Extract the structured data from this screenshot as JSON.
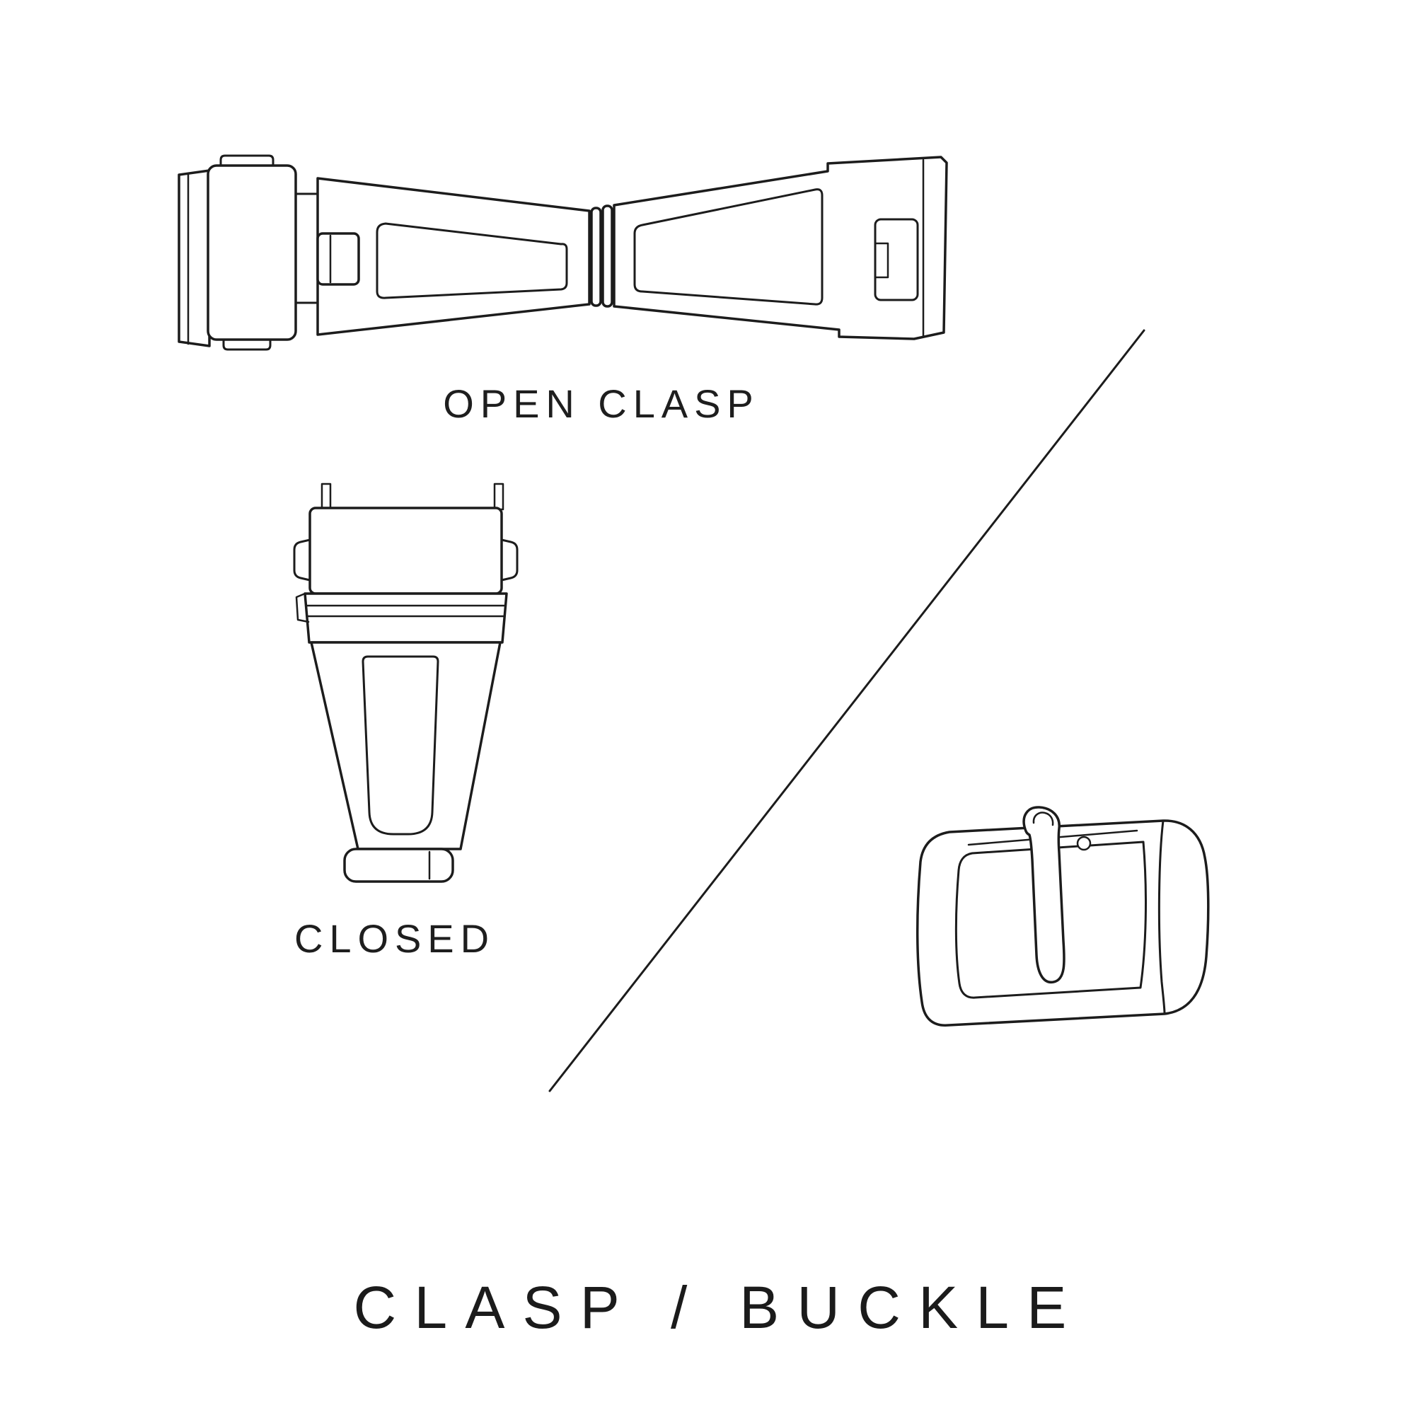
{
  "colors": {
    "background": "#ffffff",
    "ink": "#1c1c1c"
  },
  "labels": {
    "open_clasp_caption": "OPEN CLASP",
    "closed_caption": "CLOSED",
    "title": "CLASP / BUCKLE"
  },
  "illustrations": {
    "open_clasp": "watch-clasp-open-top-view",
    "closed_clasp": "watch-clasp-closed-front-view",
    "buckle": "watch-tang-buckle",
    "divider": "diagonal-divider-line"
  }
}
